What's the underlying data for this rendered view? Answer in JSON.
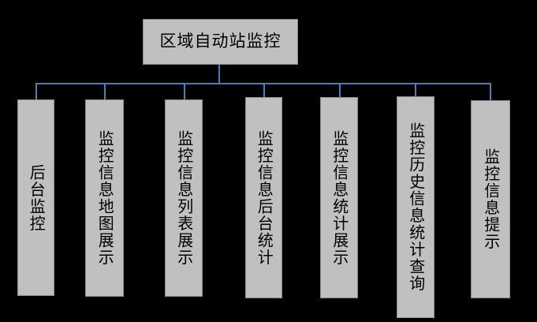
{
  "diagram": {
    "title": "区域自动站监控",
    "background_color": "#000000",
    "node_fill_color": "#c0c0c0",
    "node_border_color": "#8a8a8a",
    "connector_color": "#4a7ebb",
    "root": {
      "label": "区域自动站监控",
      "orientation": "horizontal"
    },
    "children": [
      {
        "label": "后台监控",
        "orientation": "vertical",
        "char_count": 4
      },
      {
        "label": "监控信息地图展示",
        "orientation": "vertical",
        "char_count": 8
      },
      {
        "label": "监控信息列表展示",
        "orientation": "vertical",
        "char_count": 8
      },
      {
        "label": "监控信息后台统计",
        "orientation": "vertical",
        "char_count": 8
      },
      {
        "label": "监控信息统计展示",
        "orientation": "vertical",
        "char_count": 8
      },
      {
        "label": "监控历史信息统计查询",
        "orientation": "vertical",
        "char_count": 10
      },
      {
        "label": "监控信息提示",
        "orientation": "vertical",
        "char_count": 6
      }
    ]
  }
}
